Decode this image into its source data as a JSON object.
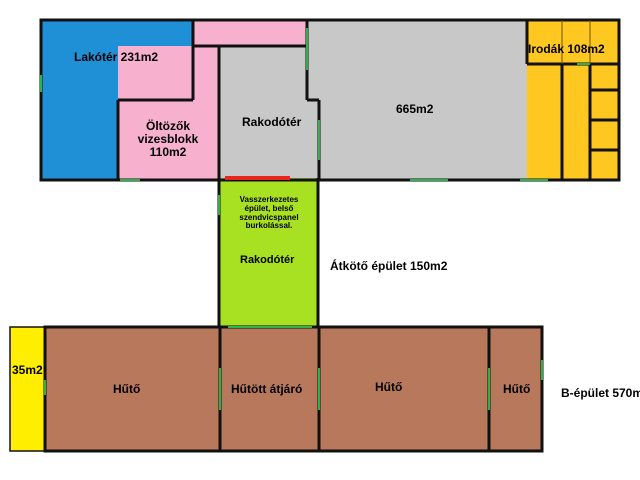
{
  "plan": {
    "colors": {
      "living": "#1f8fd6",
      "changing": "#f7b1cf",
      "storage": "#c8c8c8",
      "offices": "#ffc820",
      "connector": "#a8e022",
      "cold": "#b8785b",
      "small_room": "#ffee00",
      "wall": "#111111",
      "door_red": "#e8261f",
      "door_green": "#2fb04a"
    },
    "rooms": {
      "living_area": "Lakótér 231m2",
      "changing_line1": "Öltözők",
      "changing_line2": "vizesblokk",
      "changing_line3": "110m2",
      "loading_area_top": "Rakodótér",
      "hall_area": "665m2",
      "offices": "Irodák 108m2",
      "connector_note_1": "Vasszerkezetes",
      "connector_note_2": "épület, belső",
      "connector_note_3": "szendvicspanel",
      "connector_note_4": "burkolással.",
      "loading_area_connector": "Rakodótér",
      "small_room": "35m2",
      "cold_room_1": "Hűtő",
      "cooled_passage": "Hűtött átjáró",
      "cold_room_2": "Hűtő",
      "cold_room_3": "Hűtő"
    },
    "buildings": {
      "connector_building": "Átkötő épület 150m2",
      "b_building": "B-épület 570m"
    }
  }
}
